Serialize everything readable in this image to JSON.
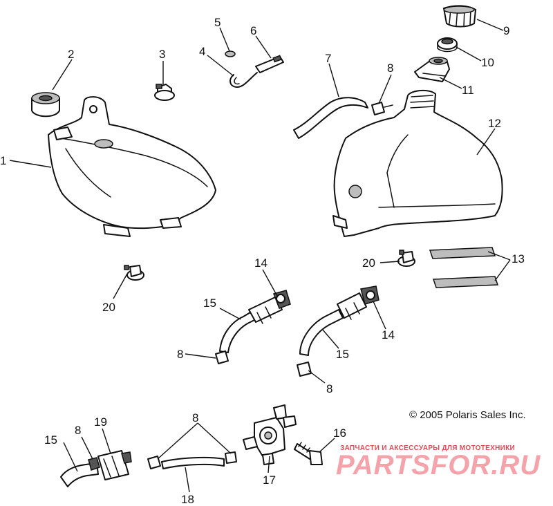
{
  "callouts": {
    "c1": "1",
    "c2": "2",
    "c3": "3",
    "c4": "4",
    "c5": "5",
    "c6": "6",
    "c7": "7",
    "c8a": "8",
    "c8b": "8",
    "c8c": "8",
    "c8d": "8",
    "c8e": "8",
    "c9": "9",
    "c10": "10",
    "c11": "11",
    "c12": "12",
    "c13": "13",
    "c14a": "14",
    "c14b": "14",
    "c15a": "15",
    "c15b": "15",
    "c15c": "15",
    "c16": "16",
    "c17": "17",
    "c18": "18",
    "c19": "19",
    "c20a": "20",
    "c20b": "20"
  },
  "copyright": "© 2005 Polaris Sales Inc.",
  "watermark": {
    "tagline": "ЗАПЧАСТИ И АКСЕССУАРЫ ДЛЯ МОТОТЕХНИКИ",
    "brand": "PARTSFOR.RU"
  },
  "colors": {
    "line": "#111111",
    "watermark_text": "#e04a55",
    "watermark_logo": "#f4a3ab"
  }
}
